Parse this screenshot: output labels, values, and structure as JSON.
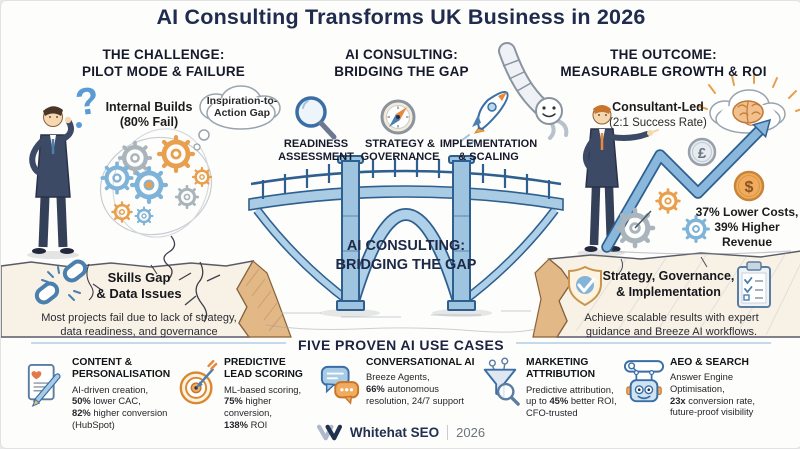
{
  "title": "AI Consulting Transforms UK Business in 2026",
  "challenge": {
    "heading": [
      "THE CHALLENGE:",
      "PILOT MODE & FAILURE"
    ],
    "question_mark": "?",
    "internal_builds": [
      "Internal Builds",
      "(80% Fail)"
    ],
    "thought_cloud": [
      "Inspiration-to-",
      "Action Gap"
    ],
    "skills_gap": [
      "Skills Gap",
      "& Data Issues"
    ],
    "caption": [
      "Most projects fail due to lack of strategy,",
      "data readiness, and governance"
    ]
  },
  "consulting": {
    "heading": [
      "AI CONSULTING:",
      "BRIDGING THE GAP"
    ],
    "steps": [
      {
        "icon": "magnifier-icon",
        "label": [
          "READINESS",
          "ASSESSMENT"
        ]
      },
      {
        "icon": "compass-icon",
        "label": [
          "STRATEGY &",
          "GOVERNANCE"
        ]
      },
      {
        "icon": "rocket-icon",
        "label": [
          "IMPLEMENTATION",
          "& SCALING"
        ]
      }
    ],
    "bridge_label": [
      "AI CONSULTING:",
      "BRIDGING THE GAP"
    ]
  },
  "outcome": {
    "heading": [
      "THE OUTCOME:",
      "MEASURABLE GROWTH & ROI"
    ],
    "consultant_led": "Consultant-Led",
    "consultant_led_sub": "(2:1 Success Rate)",
    "pound_symbol": "£",
    "dollar_symbol": "$",
    "stats": [
      "37% Lower Costs,",
      "39% Higher",
      "Revenue"
    ],
    "strategy": [
      "Strategy, Governance,",
      "& Implementation"
    ],
    "caption": [
      "Achieve scalable results with expert",
      "guidance and Breeze AI workflows."
    ]
  },
  "use_cases": {
    "heading": "FIVE PROVEN AI USE CASES",
    "items": [
      {
        "icon": "content-personalisation-icon",
        "title": [
          "CONTENT &",
          "PERSONALISATION"
        ],
        "body": [
          [
            {
              "t": "AI-driven creation,"
            }
          ],
          [
            {
              "t": "50%",
              "b": true
            },
            {
              "t": " lower CAC,"
            }
          ],
          [
            {
              "t": "82%",
              "b": true
            },
            {
              "t": " higher conversion"
            }
          ],
          [
            {
              "t": "(HubSpot)"
            }
          ]
        ]
      },
      {
        "icon": "predictive-lead-scoring-icon",
        "title": [
          "PREDICTIVE",
          "LEAD SCORING"
        ],
        "body": [
          [
            {
              "t": "ML-based scoring,"
            }
          ],
          [
            {
              "t": "75%",
              "b": true
            },
            {
              "t": " higher conversion,"
            }
          ],
          [
            {
              "t": "138%",
              "b": true
            },
            {
              "t": " ROI"
            }
          ]
        ]
      },
      {
        "icon": "conversational-ai-icon",
        "title": [
          "CONVERSATIONAL AI"
        ],
        "body": [
          [
            {
              "t": "Breeze Agents,"
            }
          ],
          [
            {
              "t": "66%",
              "b": true
            },
            {
              "t": " autonomous"
            }
          ],
          [
            {
              "t": "resolution, 24/7 support"
            }
          ]
        ]
      },
      {
        "icon": "marketing-attribution-icon",
        "title": [
          "MARKETING",
          "ATTRIBUTION"
        ],
        "body": [
          [
            {
              "t": "Predictive attribution,"
            }
          ],
          [
            {
              "t": "up to "
            },
            {
              "t": "45%",
              "b": true
            },
            {
              "t": " better ROI,"
            }
          ],
          [
            {
              "t": "CFO-trusted"
            }
          ]
        ]
      },
      {
        "icon": "aeo-search-icon",
        "title": [
          "AEO & SEARCH"
        ],
        "body": [
          [
            {
              "t": "Answer Engine"
            }
          ],
          [
            {
              "t": "Optimisation,"
            }
          ],
          [
            {
              "t": "23x",
              "b": true
            },
            {
              "t": " conversion rate,"
            }
          ],
          [
            {
              "t": "future-proof visibility"
            }
          ]
        ]
      }
    ]
  },
  "footer": {
    "brand": "Whitehat SEO",
    "year": "2026"
  },
  "colors": {
    "navy": "#202c4e",
    "bridge_blue": "#a9cce4",
    "bridge_stroke": "#2e5f8f",
    "orange": "#e8a04e",
    "tan": "#e2b887",
    "gray": "#aab4bc"
  }
}
